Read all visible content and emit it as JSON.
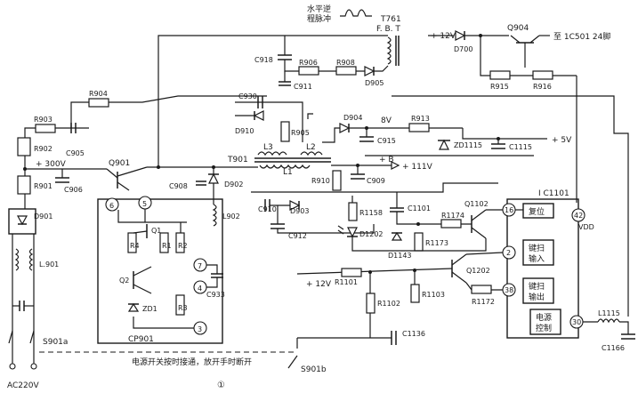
{
  "schematic": {
    "pulse_label_line1": "水平逆",
    "pulse_label_line2": "程脉冲",
    "fbt": "T761",
    "fbt_sub": "F. B. T",
    "v12_top": "+ 12V",
    "v12_mid": "+ 12V",
    "v8": "8V",
    "v5": "+ 5V",
    "v300": "+ 300V",
    "b111": "+ B",
    "b111_val": "+ 111V",
    "to_ic501": "至 1C501 24脚",
    "ac": "AC220V",
    "ic1101": "I C1101",
    "vdd": "VDD",
    "cp901": "CP901",
    "block_reset": "复位",
    "block_scan_in_1": "键扫",
    "block_scan_in_2": "输入",
    "block_scan_out_1": "键扫",
    "block_scan_out_2": "输出",
    "block_power_1": "电源",
    "block_power_2": "控制",
    "switch_note": "电源开关按时接通，放开手时断开",
    "fig_no": "①",
    "s901a": "S901a",
    "s901b": "S901b",
    "parts": {
      "T901": "T901",
      "L1": "L1",
      "L2": "L2",
      "L3": "L3",
      "Q901": "Q901",
      "Q904": "Q904",
      "Q1102": "Q1102",
      "Q1202": "Q1202",
      "Q1": "Q1",
      "Q2": "Q2",
      "D700": "D700",
      "D901": "D901",
      "D902": "D902",
      "D903": "D903",
      "D904": "D904",
      "D905": "D905",
      "D910": "D910",
      "D1143": "D1143",
      "D1202": "D1202",
      "ZD1": "ZD1",
      "ZD1115": "ZD1115",
      "R1": "R1",
      "R2": "R2",
      "R3": "R3",
      "R4": "R4",
      "R901": "R901",
      "R902": "R902",
      "R903": "R903",
      "R904": "R904",
      "R905": "R905",
      "R906": "R906",
      "R908": "R908",
      "R910": "R910",
      "R913": "R913",
      "R915": "R915",
      "R916": "R916",
      "R1101": "R1101",
      "R1102": "R1102",
      "R1103": "R1103",
      "R1158": "R1158",
      "R1172": "R1172",
      "R1173": "R1173",
      "R1174": "R1174",
      "C905": "C905",
      "C906": "C906",
      "C908": "C908",
      "C909": "C909",
      "C910": "C910",
      "C911": "C911",
      "C912": "C912",
      "C915": "C915",
      "C918": "C918",
      "C930": "C930",
      "C933": "C933",
      "C1101": "C1101",
      "C1115": "C1115",
      "C1136": "C1136",
      "C1166": "C1166",
      "L901": "L.901",
      "L902": "L902",
      "L1115": "L1115"
    },
    "pins": {
      "p6": "6",
      "p5": "5",
      "p7": "7",
      "p4": "4",
      "p3": "3",
      "p16": "16",
      "p42": "42",
      "p2": "2",
      "p38": "38",
      "p30": "30"
    }
  }
}
